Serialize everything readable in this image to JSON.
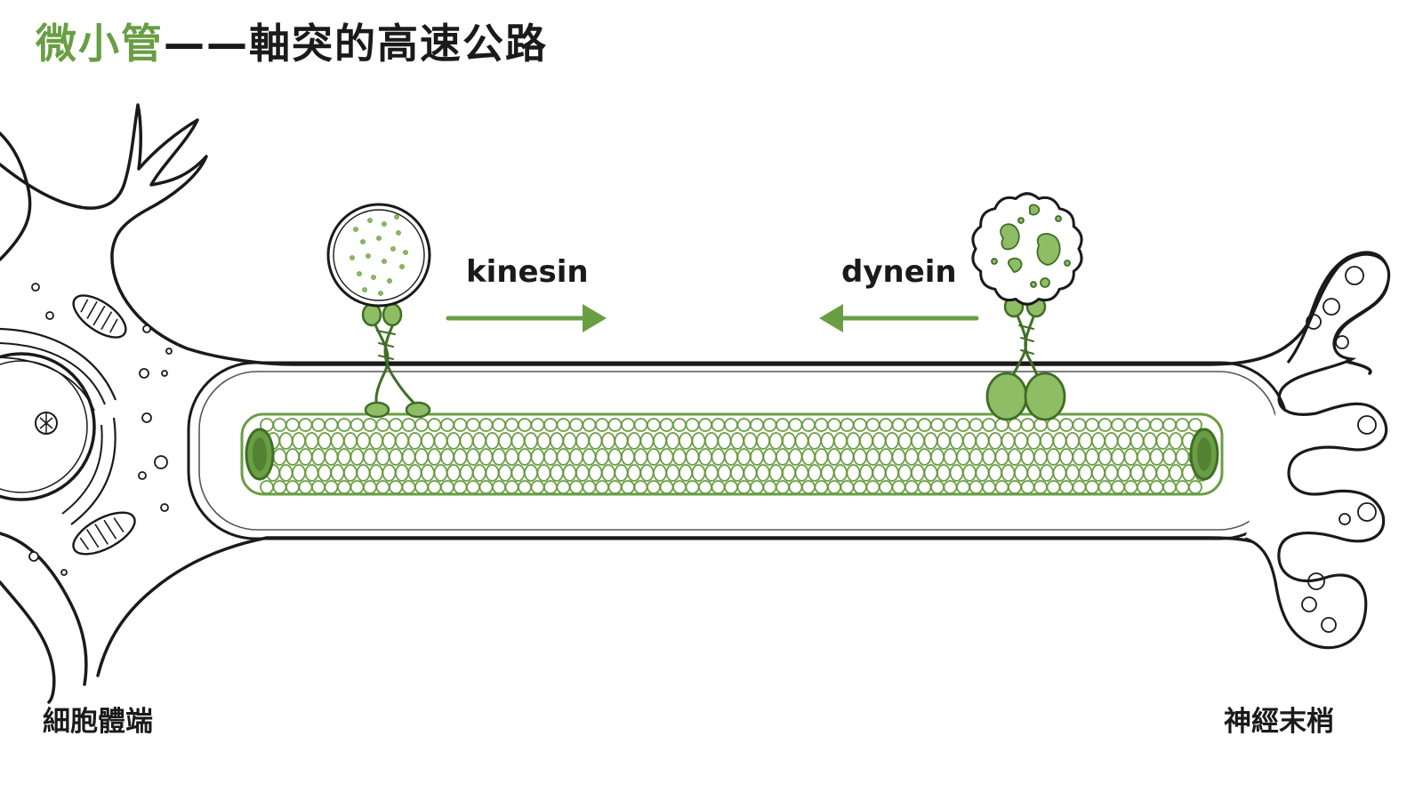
{
  "title": {
    "highlight": "微小管",
    "rest": "——軸突的高速公路"
  },
  "labels": {
    "soma": "細胞體端",
    "terminal": "神經末梢",
    "kinesin": "kinesin",
    "dynein": "dynein"
  },
  "colors": {
    "accent": "#6a9e44",
    "accent_light": "#8fbd66",
    "accent_dark": "#3f6e25",
    "ink": "#1a1a1a"
  },
  "icons": [
    "neuron-soma",
    "nucleus",
    "mitochondrion",
    "axon",
    "microtubule",
    "kinesin-motor",
    "dynein-motor",
    "vesicle",
    "lysosome",
    "axon-terminal",
    "arrow-right",
    "arrow-left"
  ]
}
